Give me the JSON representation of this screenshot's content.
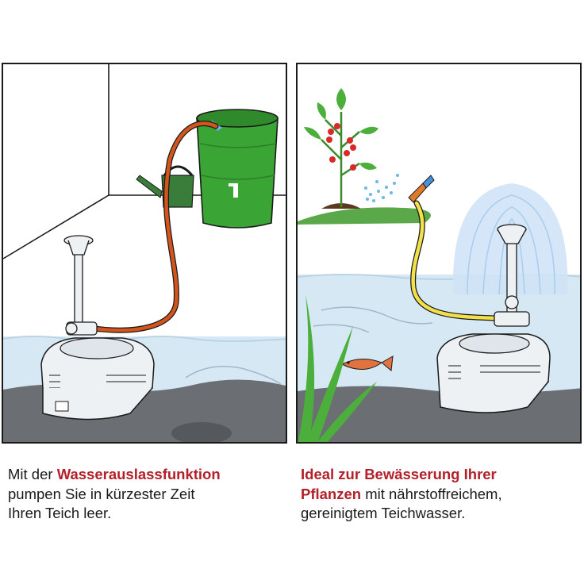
{
  "captions": {
    "left": {
      "line1_prefix": "Mit der ",
      "line1_highlight": "Wasserauslassfunktion",
      "line2": "pumpen Sie in kürzester Zeit",
      "line3": "Ihren Teich leer."
    },
    "right": {
      "line1_highlight": "Ideal zur Bewässerung Ihrer",
      "line2_highlight": "Pflanzen",
      "line2_suffix": " mit nährstoffreichem,",
      "line3": "gereinigtem Teichwasser."
    }
  },
  "colors": {
    "highlight": "#b3202a",
    "water": "#d6e8f4",
    "ground": "#6b6f73",
    "barrel": "#3aa535",
    "hose_orange": "#d4541b",
    "hose_yellow": "#f2e04a",
    "pump": "#eef1f3"
  }
}
